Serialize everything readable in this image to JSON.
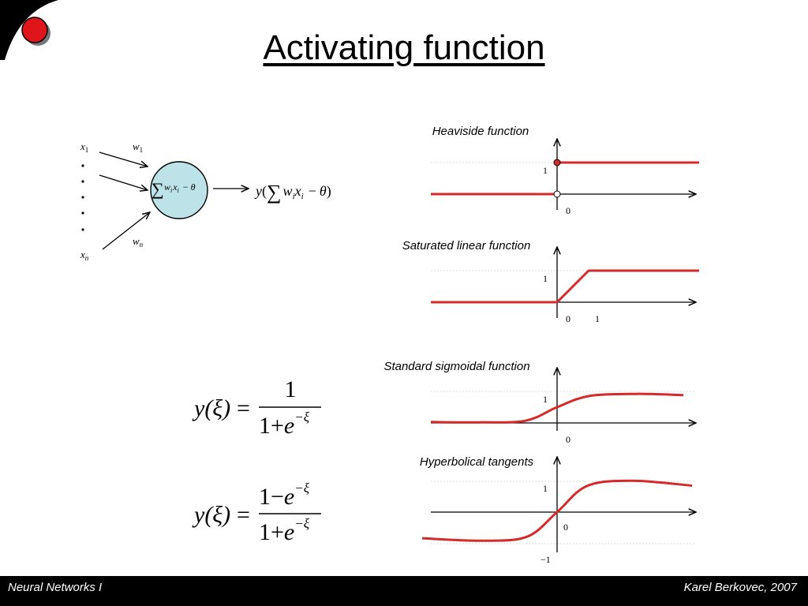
{
  "title": "Activating function",
  "footer": {
    "left": "Neural Networks I",
    "right": "Karel Berkovec, 2007"
  },
  "colors": {
    "curve": "#d42a2a",
    "neuron_fill": "#bde3e8",
    "logo_red": "#e0151c",
    "footer_bg": "#000000"
  },
  "neuron": {
    "input_first": "x",
    "input_first_sub": "1",
    "input_last": "x",
    "input_last_sub": "n",
    "weight_first": "w",
    "weight_first_sub": "1",
    "weight_last": "w",
    "weight_last_sub": "n",
    "sum_symbol": "∑",
    "w": "w",
    "x": "x",
    "sub_i": "i",
    "minus": "−",
    "theta": "θ",
    "output_y": "y",
    "open_paren": "(",
    "close_paren": ")"
  },
  "formulas": {
    "sigmoid": {
      "lhs": "y(ξ)",
      "eq": "=",
      "numerator": "1",
      "denominator_base": "1+",
      "e": "e",
      "exponent": "−ξ"
    },
    "tanh": {
      "lhs": "y(ξ)",
      "eq": "=",
      "numerator_base": "1−",
      "denominator_base": "1+",
      "e": "e",
      "exponent": "−ξ"
    }
  },
  "chart_data": [
    {
      "type": "line",
      "title": "Heaviside function",
      "series": [
        {
          "x": [
            -4,
            0,
            0,
            4.5
          ],
          "y": [
            0,
            0,
            1,
            1
          ]
        }
      ],
      "ticks": {
        "y_one": "1",
        "origin": "0"
      },
      "points": {
        "filled": [
          0,
          1
        ],
        "open": [
          0,
          0
        ]
      }
    },
    {
      "type": "line",
      "title": "Saturated linear function",
      "series": [
        {
          "x": [
            -4,
            0,
            1,
            4.5
          ],
          "y": [
            0,
            0,
            1,
            1
          ]
        }
      ],
      "ticks": {
        "y_one": "1",
        "origin": "0",
        "x_one": "1"
      }
    },
    {
      "type": "line",
      "title": "Standard sigmoidal function",
      "series": [
        {
          "x": [
            -4,
            -2.5,
            -1,
            0,
            1,
            2.5,
            4
          ],
          "y": [
            0.03,
            0.02,
            0.07,
            0.5,
            0.85,
            0.92,
            0.88
          ]
        }
      ],
      "ticks": {
        "y_one": "1",
        "origin": "0"
      }
    },
    {
      "type": "line",
      "title": "Hyperbolical tangents",
      "series": [
        {
          "x": [
            -4.5,
            -2.5,
            -1,
            0,
            1,
            2.5,
            4.5
          ],
          "y": [
            -0.85,
            -0.93,
            -0.8,
            0,
            0.85,
            1.02,
            0.86
          ]
        }
      ],
      "ticks": {
        "y_one": "1",
        "origin": "0",
        "y_minus_one": "−1"
      }
    }
  ]
}
